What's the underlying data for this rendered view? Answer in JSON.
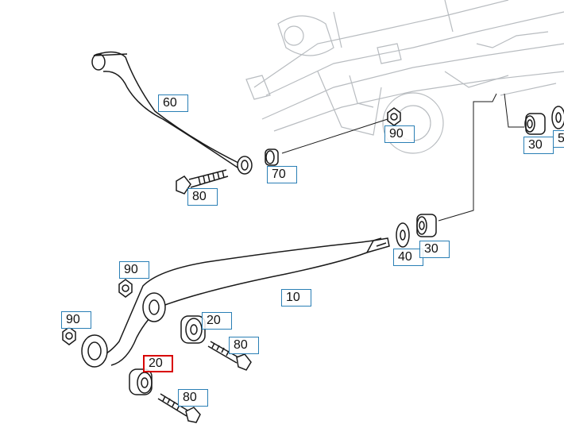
{
  "diagram": {
    "callouts": [
      {
        "id": "c60",
        "label": "60",
        "highlight": false
      },
      {
        "id": "c90a",
        "label": "90",
        "highlight": false
      },
      {
        "id": "c30a",
        "label": "30",
        "highlight": false
      },
      {
        "id": "c5",
        "label": "5",
        "highlight": false
      },
      {
        "id": "c70",
        "label": "70",
        "highlight": false
      },
      {
        "id": "c80a",
        "label": "80",
        "highlight": false
      },
      {
        "id": "c40",
        "label": "40",
        "highlight": false
      },
      {
        "id": "c30b",
        "label": "30",
        "highlight": false
      },
      {
        "id": "c90b",
        "label": "90",
        "highlight": false
      },
      {
        "id": "c10",
        "label": "10",
        "highlight": false
      },
      {
        "id": "c90c",
        "label": "90",
        "highlight": false
      },
      {
        "id": "c20a",
        "label": "20",
        "highlight": false
      },
      {
        "id": "c80b",
        "label": "80",
        "highlight": false
      },
      {
        "id": "c20b",
        "label": "20",
        "highlight": true
      },
      {
        "id": "c80c",
        "label": "80",
        "highlight": false
      }
    ],
    "colors": {
      "callout_border": "#2a7fb5",
      "highlight_border": "#d80000",
      "line_art": "#1a1a1a",
      "background_art": "#b8bcc0"
    }
  }
}
